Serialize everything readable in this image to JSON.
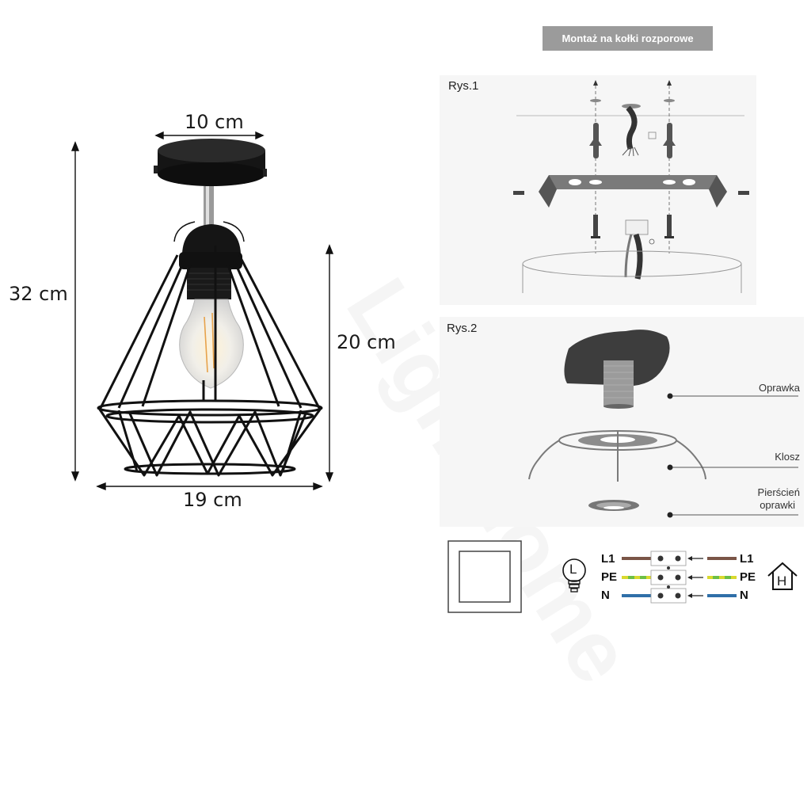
{
  "product_dimensions": {
    "top_width": "10 cm",
    "total_height": "32 cm",
    "shade_height": "20 cm",
    "shade_width": "19 cm"
  },
  "instructions": {
    "title": "Montaż na kołki rozporowe",
    "figure1_label": "Rys.1",
    "figure2_label": "Rys.2",
    "figure1_icons": {
      "house": "H",
      "lamp": "L"
    },
    "parts": [
      {
        "name": "Oprawka"
      },
      {
        "name": "Klosz"
      },
      {
        "name": "Pierścień",
        "name_line2": "oprawki"
      }
    ]
  },
  "wiring": {
    "lamp_icon_letter": "L",
    "house_icon_letter": "H",
    "rows": [
      {
        "left": "L1",
        "right": "L1",
        "color": "#7a5547"
      },
      {
        "left": "PE",
        "right": "PE",
        "color": "#d9d92e"
      },
      {
        "left": "N",
        "right": "N",
        "color": "#2f6fa8"
      }
    ]
  },
  "watermark": "LightHome",
  "colors": {
    "badge": "#9b9b9b",
    "lamp_black": "#141414",
    "diagram_gray": "#6d6d6d"
  }
}
